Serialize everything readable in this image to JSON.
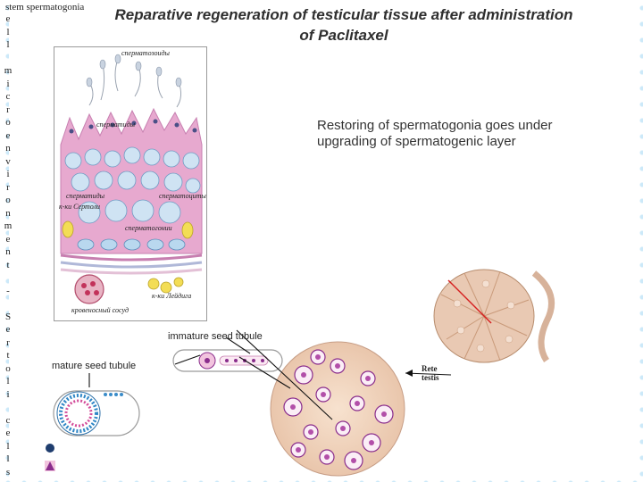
{
  "title_line1": "Reparative regeneration of testicular tissue after administration",
  "title_line2": "of Paclitaxel",
  "stem_label": "stem spermatogonia",
  "vertical_letters": [
    "e",
    "l",
    "l",
    "",
    "m",
    "i",
    "c",
    "r",
    "o",
    "e",
    "n",
    "v",
    "i",
    "r",
    "o",
    "n",
    "m",
    "e",
    "n",
    "t",
    "",
    "-",
    "",
    "S",
    "e",
    "r",
    "t",
    "o",
    "l",
    "i",
    "",
    "c",
    "e",
    "l",
    "l",
    "s"
  ],
  "caption": "Restoring of spermatogonia goes under upgrading of spermatogenic layer",
  "epithelium_labels": {
    "spermatozoa": "сперматозоиды",
    "spermatids_top": "спермaтиды",
    "spermatids_mid": "сперматиды",
    "spermatocytes": "сперматоциты",
    "sertoli": "к-ки Сертоли",
    "spermatogonia": "сперматогонии",
    "leydig": "к-ки Лейдига",
    "vessel": "кровеносный сосуд"
  },
  "immature_label": "immature seed tubule",
  "mature_label": "mature seed tubule",
  "rete_label_line1": "Rete",
  "rete_label_line2": "testis",
  "colors": {
    "pink": "#e7a9cf",
    "violet": "#8a2d8c",
    "blue_cell": "#9cc8e6",
    "tissue": "#f2d9c8",
    "testis": "#e9c9b3"
  }
}
